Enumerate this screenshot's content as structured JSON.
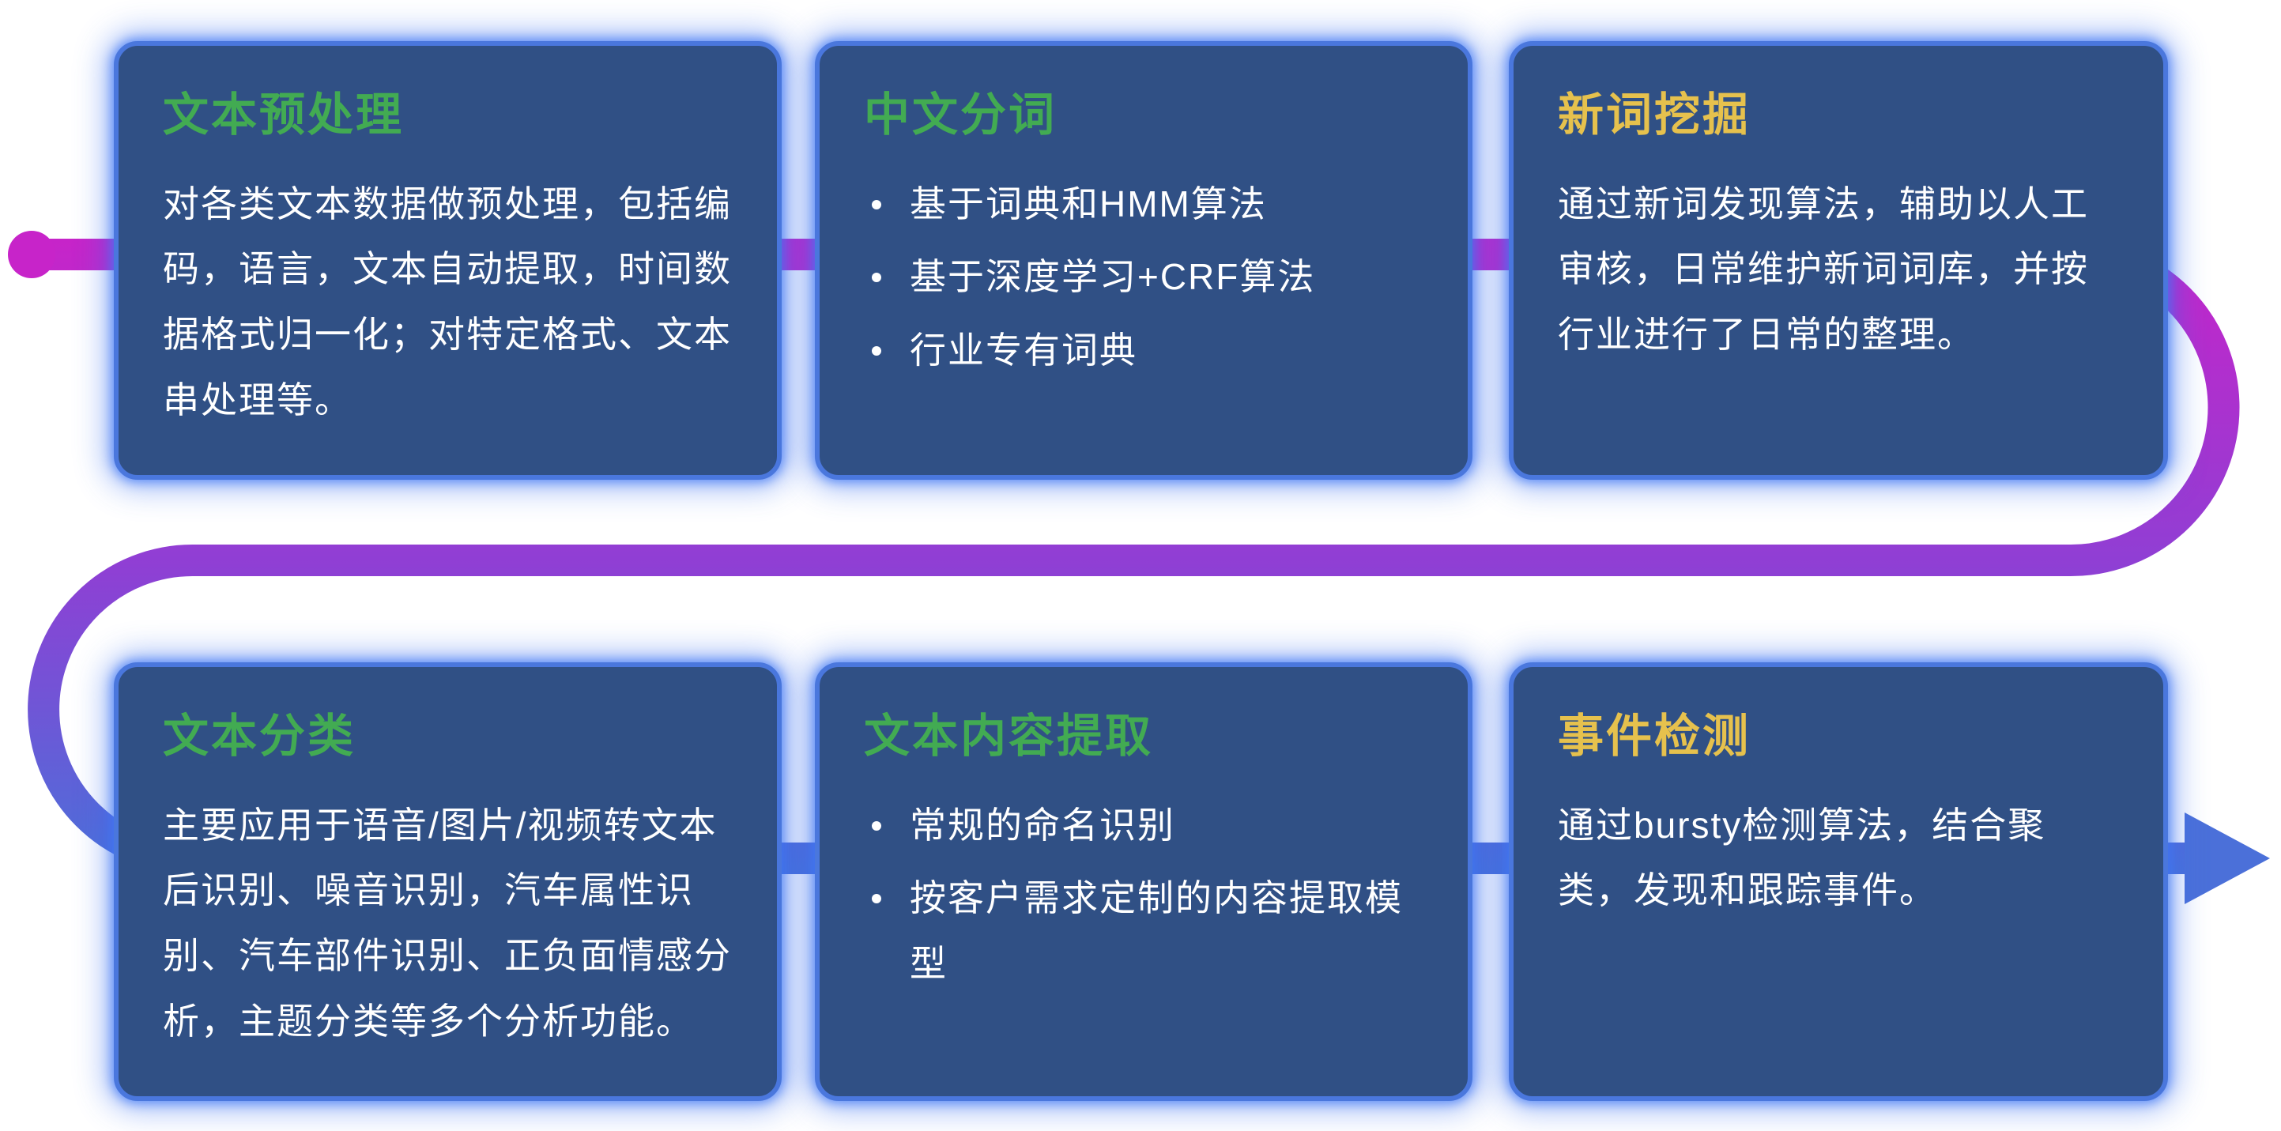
{
  "colors": {
    "page_background": "#ffffff",
    "card_background": "#305085",
    "card_border": "#4a77dd",
    "body_text": "#ffffff",
    "title_green": "#42ab52",
    "title_yellow": "#e6c14d",
    "flow_magenta": "#c724c9",
    "flow_purple": "#8f3fd4",
    "flow_blue": "#4b70d9"
  },
  "cards": [
    {
      "title": "文本预处理",
      "title_color": "#42ab52",
      "body": "对各类文本数据做预处理，包括编码，语言，文本自动提取，时间数据格式归一化；对特定格式、文本串处理等。"
    },
    {
      "title": "中文分词",
      "title_color": "#42ab52",
      "bullets": [
        "基于词典和HMM算法",
        "基于深度学习+CRF算法",
        "行业专有词典"
      ]
    },
    {
      "title": "新词挖掘",
      "title_color": "#e6c14d",
      "body": "通过新词发现算法，辅助以人工审核，日常维护新词词库，并按行业进行了日常的整理。"
    },
    {
      "title": "文本分类",
      "title_color": "#42ab52",
      "body": "主要应用于语音/图片/视频转文本后识别、噪音识别，汽车属性识别、汽车部件识别、正负面情感分析，主题分类等多个分析功能。"
    },
    {
      "title": "文本内容提取",
      "title_color": "#42ab52",
      "bullets": [
        "常规的命名识别",
        "按客户需求定制的内容提取模型"
      ]
    },
    {
      "title": "事件检测",
      "title_color": "#e6c14d",
      "body": "通过bursty检测算法，结合聚类，发现和跟踪事件。"
    }
  ]
}
